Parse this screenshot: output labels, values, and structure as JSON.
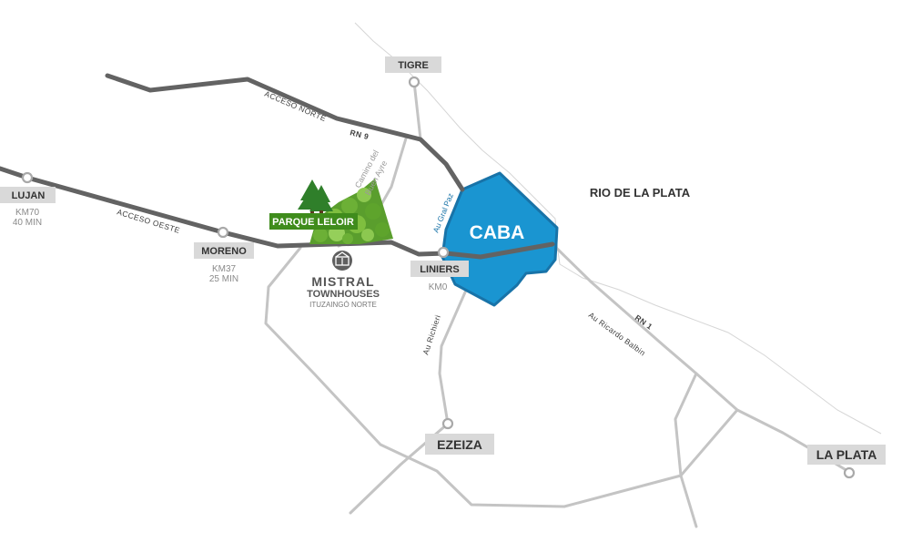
{
  "colors": {
    "caba_fill": "#1a95d1",
    "caba_border": "#1873a8",
    "major_road": "#636363",
    "minor_road": "#c4c4c4",
    "label_box": "#d9d9d9",
    "park_green": "#3f8c1c",
    "tree_green": "#2f7f2a"
  },
  "regions": {
    "caba": "CABA",
    "river": "RIO DE LA PLATA"
  },
  "cities": {
    "tigre": "TIGRE",
    "lujan": "LUJAN",
    "lujan_km": "KM70",
    "lujan_time": "40 MIN",
    "moreno": "MORENO",
    "moreno_km": "KM37",
    "moreno_time": "25 MIN",
    "liniers": "LINIERS",
    "liniers_km": "KM0",
    "ezeiza": "EZEIZA",
    "la_plata": "LA PLATA"
  },
  "roads": {
    "acceso_norte": "ACCESO NORTE",
    "rn9": "RN 9",
    "acceso_oeste": "ACCESO OESTE",
    "camino_line1": "Camino del",
    "camino_line2": "Buen Ayre",
    "au_gral_paz": "Au Gral Paz",
    "au_richieri": "Au Richieri",
    "rn1": "RN 1",
    "au_balbin": "Au Ricardo Balbin"
  },
  "park": {
    "label": "PARQUE LELOIR",
    "icon": "forest-icon"
  },
  "development": {
    "icon": "mistral-logo-icon",
    "name": "MISTRAL",
    "type": "TOWNHOUSES",
    "location": "ITUZAINGÓ NORTE"
  }
}
